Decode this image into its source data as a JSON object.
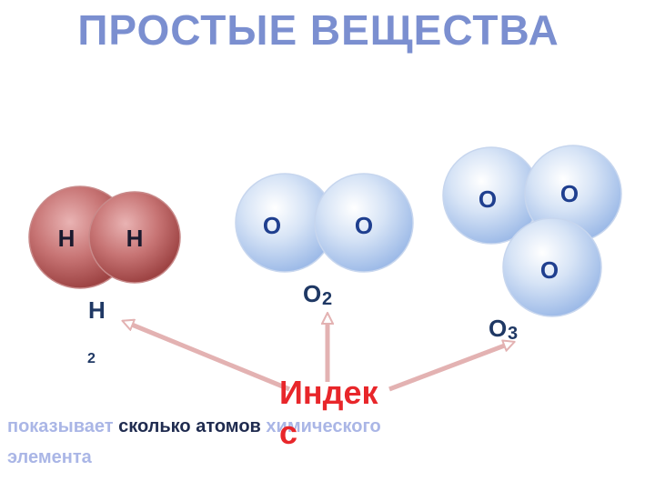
{
  "title": "ПРОСТЫЕ ВЕЩЕСТВА",
  "molecules": {
    "hydrogen": {
      "atom1": "H",
      "atom2": "H",
      "formula_main": "H",
      "formula_sub": "2"
    },
    "oxygen": {
      "atom1": "O",
      "atom2": "O",
      "formula_main": "O",
      "formula_sub": "2"
    },
    "ozone": {
      "atom1": "O",
      "atom2": "O",
      "atom3": "O",
      "formula_main": "O",
      "formula_sub": "3"
    }
  },
  "index_label": {
    "line1": "Индек",
    "line2": "с"
  },
  "caption": {
    "part1": "показывает",
    "part2": "сколько",
    "part3": "атомов",
    "part4": "химического",
    "part5": "элемента"
  },
  "colors": {
    "title": "#7b8fd0",
    "hydrogen_atom": "#b35a5a",
    "oxygen_atom": "#a9c3ea",
    "arrow": "#e6b8b8",
    "index": "#e8262a"
  }
}
